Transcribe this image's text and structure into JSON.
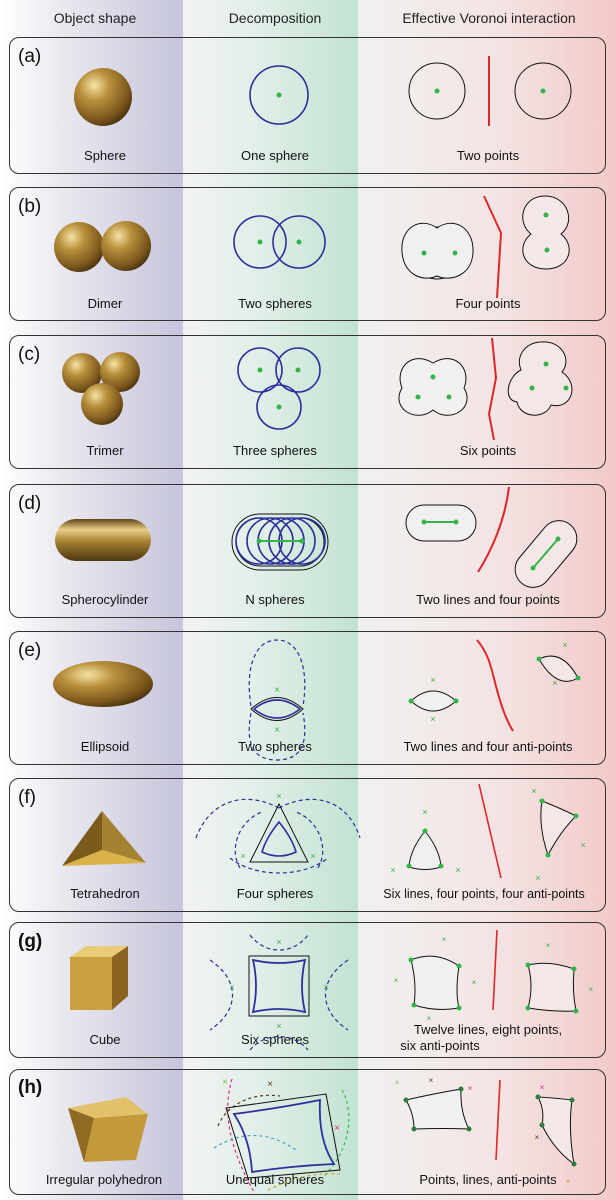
{
  "headers": {
    "shape": "Object shape",
    "decomposition": "Decomposition",
    "voronoi": "Effective Voronoi interaction"
  },
  "colors": {
    "shape_bg": "#c9c8de",
    "decomp_bg": "#cfe6dc",
    "voronoi_bg": "#f1cfcf",
    "sphere_gold": "#a07a2c",
    "decomp_blue": "#2c2f9c",
    "point_green": "#33b44a",
    "boundary_red": "#e0262a",
    "anti_point_magenta": "#e0278a",
    "anti_point_brown": "#5a3a1a"
  },
  "panels": [
    {
      "label": "(a)",
      "shape": "Sphere",
      "decomposition": "One sphere",
      "voronoi": "Two points"
    },
    {
      "label": "(b)",
      "shape": "Dimer",
      "decomposition": "Two spheres",
      "voronoi": "Four points"
    },
    {
      "label": "(c)",
      "shape": "Trimer",
      "decomposition": "Three spheres",
      "voronoi": "Six points"
    },
    {
      "label": "(d)",
      "shape": "Spherocylinder",
      "decomposition": "N spheres",
      "voronoi": "Two lines and four points"
    },
    {
      "label": "(e)",
      "shape": "Ellipsoid",
      "decomposition": "Two spheres",
      "voronoi": "Two lines and four anti-points"
    },
    {
      "label": "(f)",
      "shape": "Tetrahedron",
      "decomposition": "Four spheres",
      "voronoi": "Six lines, four points, four anti-points"
    },
    {
      "label": "(g)",
      "shape": "Cube",
      "decomposition": "Six spheres",
      "voronoi": "Twelve lines, eight points,",
      "voronoi_line2": "six anti-points"
    },
    {
      "label": "(h)",
      "shape": "Irregular polyhedron",
      "decomposition": "Unequal spheres",
      "voronoi": "Points, lines, anti-points"
    }
  ]
}
